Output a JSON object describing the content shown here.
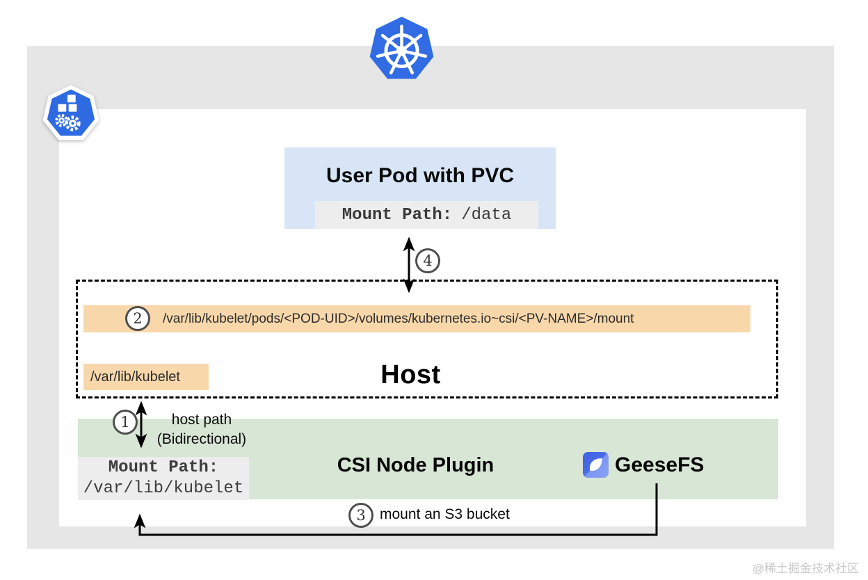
{
  "watermark": "@稀土掘金技术社区",
  "colors": {
    "kubernetes_blue": "#326ce5",
    "pod_blue": "#d8e5f7",
    "path_orange": "#f8d8ab",
    "plugin_green": "#d8e6d5",
    "mount_gray": "#ededed",
    "backdrop_gray": "#e6e6e6",
    "geesefs_blue": "#4a6de8"
  },
  "icons": {
    "kubernetes_logo": "kubernetes-heptagon-wheel",
    "kubelet_logo": "kubernetes-component-heptagon-cubes-gears",
    "geesefs": "geesefs-leaf-on-blue-square"
  },
  "pod": {
    "title": "User Pod with PVC",
    "mount_label": "Mount Path:",
    "mount_value": "/data"
  },
  "host": {
    "title": "Host",
    "full_path": "/var/lib/kubelet/pods/<POD-UID>/volumes/kubernetes.io~csi/<PV-NAME>/mount",
    "short_path": "/var/lib/kubelet"
  },
  "plugin": {
    "title": "CSI Node Plugin",
    "geesefs": "GeeseFS",
    "mount_label": "Mount Path:",
    "mount_value": "/var/lib/kubelet"
  },
  "steps": {
    "one": {
      "num": "1",
      "line1": "host path",
      "line2": "(Bidirectional)"
    },
    "two": {
      "num": "2"
    },
    "three": {
      "num": "3",
      "label": "mount an S3 bucket"
    },
    "four": {
      "num": "4"
    }
  }
}
